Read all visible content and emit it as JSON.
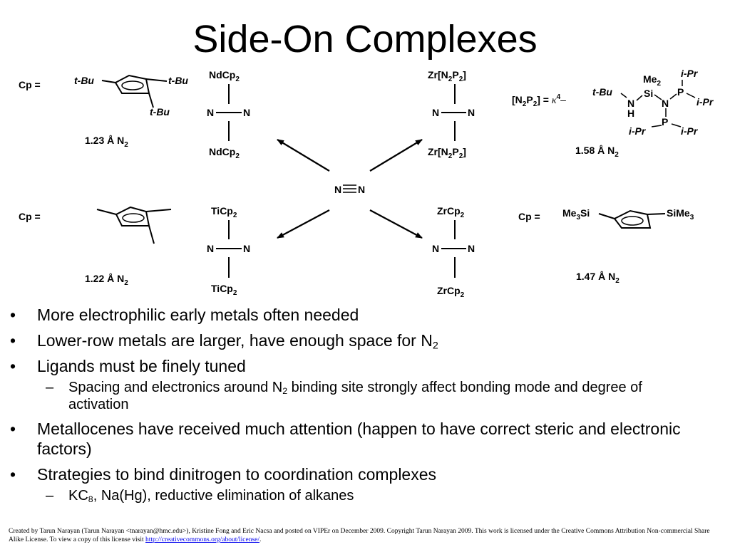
{
  "title": "Side-On Complexes",
  "scheme": {
    "center": {
      "left": "N",
      "right": "N"
    },
    "nd_complex": {
      "cp_label": "Cp =",
      "cp_substituent": "t-Bu",
      "bond_length": "1.23",
      "angstrom": "Å",
      "n2_label": "N2",
      "top": "NdCp2",
      "bottom": "NdCp2",
      "n_left": "N",
      "n_right": "N"
    },
    "zr_pnp_complex": {
      "top": "Zr[N2P2]",
      "bottom": "Zr[N2P2]",
      "n_left": "N",
      "n_right": "N",
      "ligand_label": "[N2P2] = κ4–",
      "ligand_atoms": {
        "me2": "Me2",
        "si": "Si",
        "tbu": "t-Bu",
        "n": "N",
        "h": "H",
        "p": "P",
        "ipr": "i-Pr"
      },
      "bond_length": "1.58",
      "angstrom": "Å",
      "n2_label": "N2"
    },
    "ti_complex": {
      "cp_label": "Cp =",
      "top": "TiCp2",
      "bottom": "TiCp2",
      "n_left": "N",
      "n_right": "N",
      "bond_length": "1.22",
      "angstrom": "Å",
      "n2_label": "N2"
    },
    "zr_complex": {
      "cp_label": "Cp =",
      "left_sub": "Me3Si",
      "right_sub": "SiMe3",
      "top": "ZrCp2",
      "bottom": "ZrCp2",
      "n_left": "N",
      "n_right": "N",
      "bond_length": "1.47",
      "angstrom": "Å",
      "n2_label": "N2"
    }
  },
  "bullets": [
    {
      "level": 1,
      "text": "More electrophilic early metals often needed"
    },
    {
      "level": 1,
      "text": "Lower-row metals are larger, have enough space for N",
      "sub": "2"
    },
    {
      "level": 1,
      "text": "Ligands must be finely tuned"
    },
    {
      "level": 2,
      "text_before": "Spacing and electronics around N",
      "sub": "2",
      "text_after": " binding site strongly affect bonding mode and degree of activation"
    },
    {
      "level": 1,
      "text": "Metallocenes have received much attention (happen to have correct steric and electronic factors)"
    },
    {
      "level": 1,
      "text": "Strategies to bind dinitrogen to coordination complexes"
    },
    {
      "level": 2,
      "text_before": "KC",
      "sub": "8",
      "text_after": ", Na(Hg), reductive elimination of alkanes"
    }
  ],
  "footer": {
    "text": "Created by Tarun Narayan (Tarun Narayan <tnarayan@hmc.edu>), Kristine Fong and Eric Nacsa and posted on VIPEr on December 2009.  Copyright Tarun Narayan 2009.  This work is licensed under the Creative Commons Attribution Non-commercial Share Alike License. To view a copy of this license visit ",
    "link": "http://creativecommons.org/about/license/",
    "end": "."
  }
}
